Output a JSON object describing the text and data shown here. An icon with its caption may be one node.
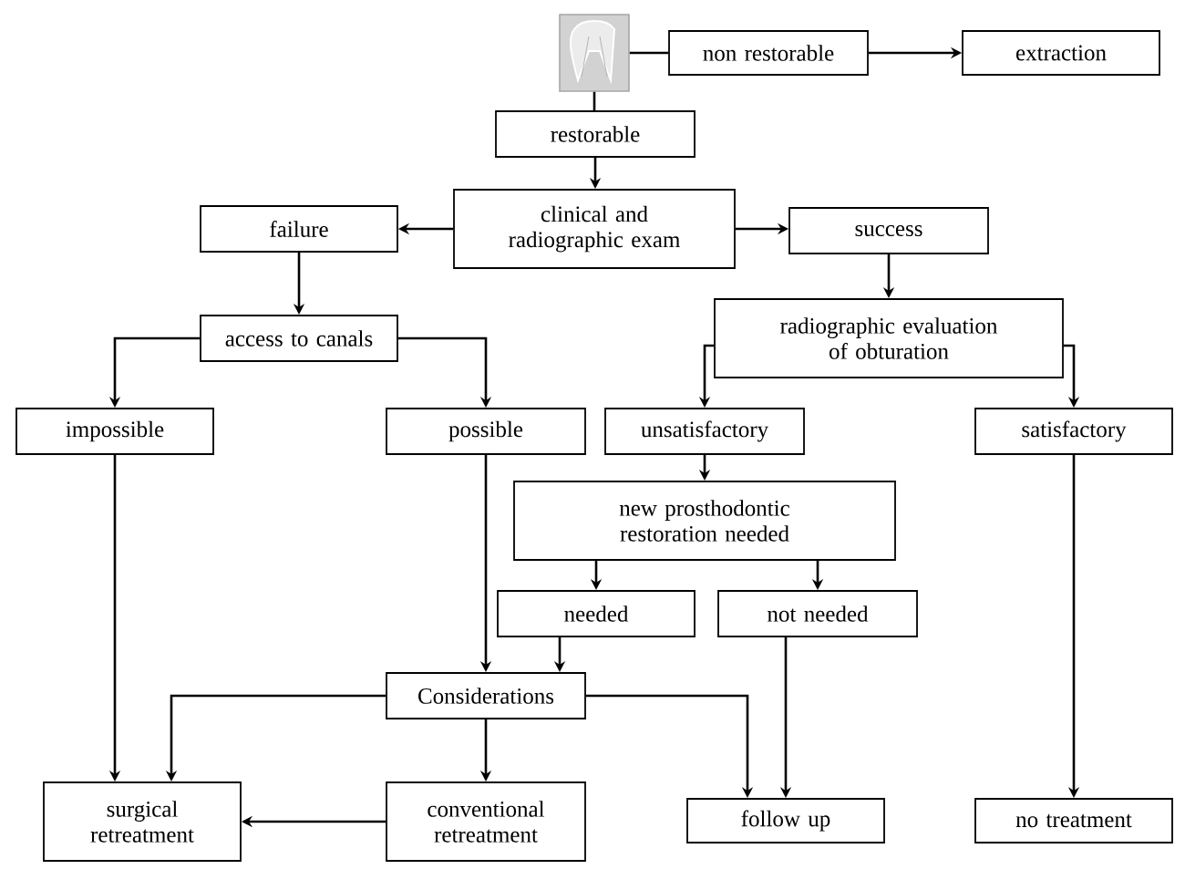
{
  "diagram": {
    "nodes": [
      {
        "text": [],
        "shape": "picture"
      },
      {
        "text": [
          "non restorable"
        ]
      },
      {
        "text": [
          "extraction"
        ]
      },
      {
        "text": [
          "restorable"
        ]
      },
      {
        "text": [
          "clinical and radiographic exam"
        ]
      },
      {
        "text": [
          "failure"
        ]
      },
      {
        "text": [
          "success"
        ]
      },
      {
        "text": [
          "access to canals"
        ]
      },
      {
        "text": [
          "radiographic evaluation of obturation"
        ]
      },
      {
        "text": [
          "impossible"
        ]
      },
      {
        "text": [
          "possible"
        ]
      },
      {
        "text": [
          "unsatisfactory"
        ]
      },
      {
        "text": [
          "satisfactory"
        ]
      },
      {
        "text": [
          "new prosthodontic restoration needed"
        ]
      },
      {
        "text": [
          "needed"
        ]
      },
      {
        "text": [
          "not needed"
        ]
      },
      {
        "text": [
          "Considerations"
        ]
      },
      {
        "text": [
          "surgical retreatment"
        ]
      },
      {
        "text": [
          "conventional retreatment"
        ]
      },
      {
        "text": [
          "follow up"
        ]
      },
      {
        "text": [
          "no treatment"
        ]
      }
    ],
    "edges": [
      {
        "from": 0,
        "to": 1,
        "arrow": "none"
      },
      {
        "from": 1,
        "to": 2,
        "arrow": "to"
      },
      {
        "from": 0,
        "to": 3,
        "arrow": "none"
      },
      {
        "from": 3,
        "to": 4,
        "arrow": "to"
      },
      {
        "from": 4,
        "to": 5,
        "arrow": "to"
      },
      {
        "from": 4,
        "to": 6,
        "arrow": "to"
      },
      {
        "from": 5,
        "to": 7,
        "arrow": "to"
      },
      {
        "from": 6,
        "to": 8,
        "arrow": "to"
      },
      {
        "from": 7,
        "to": 9,
        "arrow": "to"
      },
      {
        "from": 7,
        "to": 10,
        "arrow": "to"
      },
      {
        "from": 8,
        "to": 11,
        "arrow": "to"
      },
      {
        "from": 8,
        "to": 12,
        "arrow": "to"
      },
      {
        "from": 11,
        "to": 13,
        "arrow": "to"
      },
      {
        "from": 13,
        "to": 14,
        "arrow": "to"
      },
      {
        "from": 13,
        "to": 15,
        "arrow": "to"
      },
      {
        "from": 9,
        "to": 17,
        "arrow": "to"
      },
      {
        "from": 10,
        "to": 16,
        "arrow": "to"
      },
      {
        "from": 14,
        "to": 16,
        "arrow": "to"
      },
      {
        "from": 16,
        "to": 17,
        "arrow": "to"
      },
      {
        "from": 16,
        "to": 18,
        "arrow": "to"
      },
      {
        "from": 16,
        "to": 19,
        "arrow": "to"
      },
      {
        "from": 15,
        "to": 19,
        "arrow": "to"
      },
      {
        "from": 12,
        "to": 20,
        "arrow": "to"
      },
      {
        "from": 18,
        "to": 17,
        "arrow": "to"
      }
    ]
  }
}
